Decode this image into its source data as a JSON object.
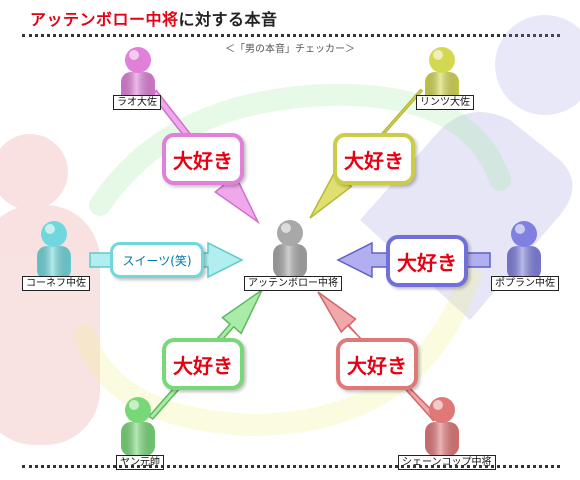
{
  "header": {
    "title_highlight": "アッテンボロー中将",
    "title_rest": "に対する本音",
    "subtitle": "＜「男の本音」チェッカー＞"
  },
  "center": {
    "name": "アッテンボロー中将",
    "color": "#a8a8a8"
  },
  "people": [
    {
      "key": "rao",
      "name": "ラオ大佐",
      "color": "#e080d8",
      "relation": "大好き"
    },
    {
      "key": "rinz",
      "name": "リンツ大佐",
      "color": "#d4d850",
      "relation": "大好き"
    },
    {
      "key": "konev",
      "name": "コーネフ中佐",
      "color": "#70d8dc",
      "relation": "スイーツ(笑)"
    },
    {
      "key": "poplan",
      "name": "ポプラン中佐",
      "color": "#8080e0",
      "relation": "大好き"
    },
    {
      "key": "yang",
      "name": "ヤン元帥",
      "color": "#78d878",
      "relation": "大好き"
    },
    {
      "key": "schenkopp",
      "name": "シェーンコップ中将",
      "color": "#e07878",
      "relation": "大好き"
    }
  ]
}
